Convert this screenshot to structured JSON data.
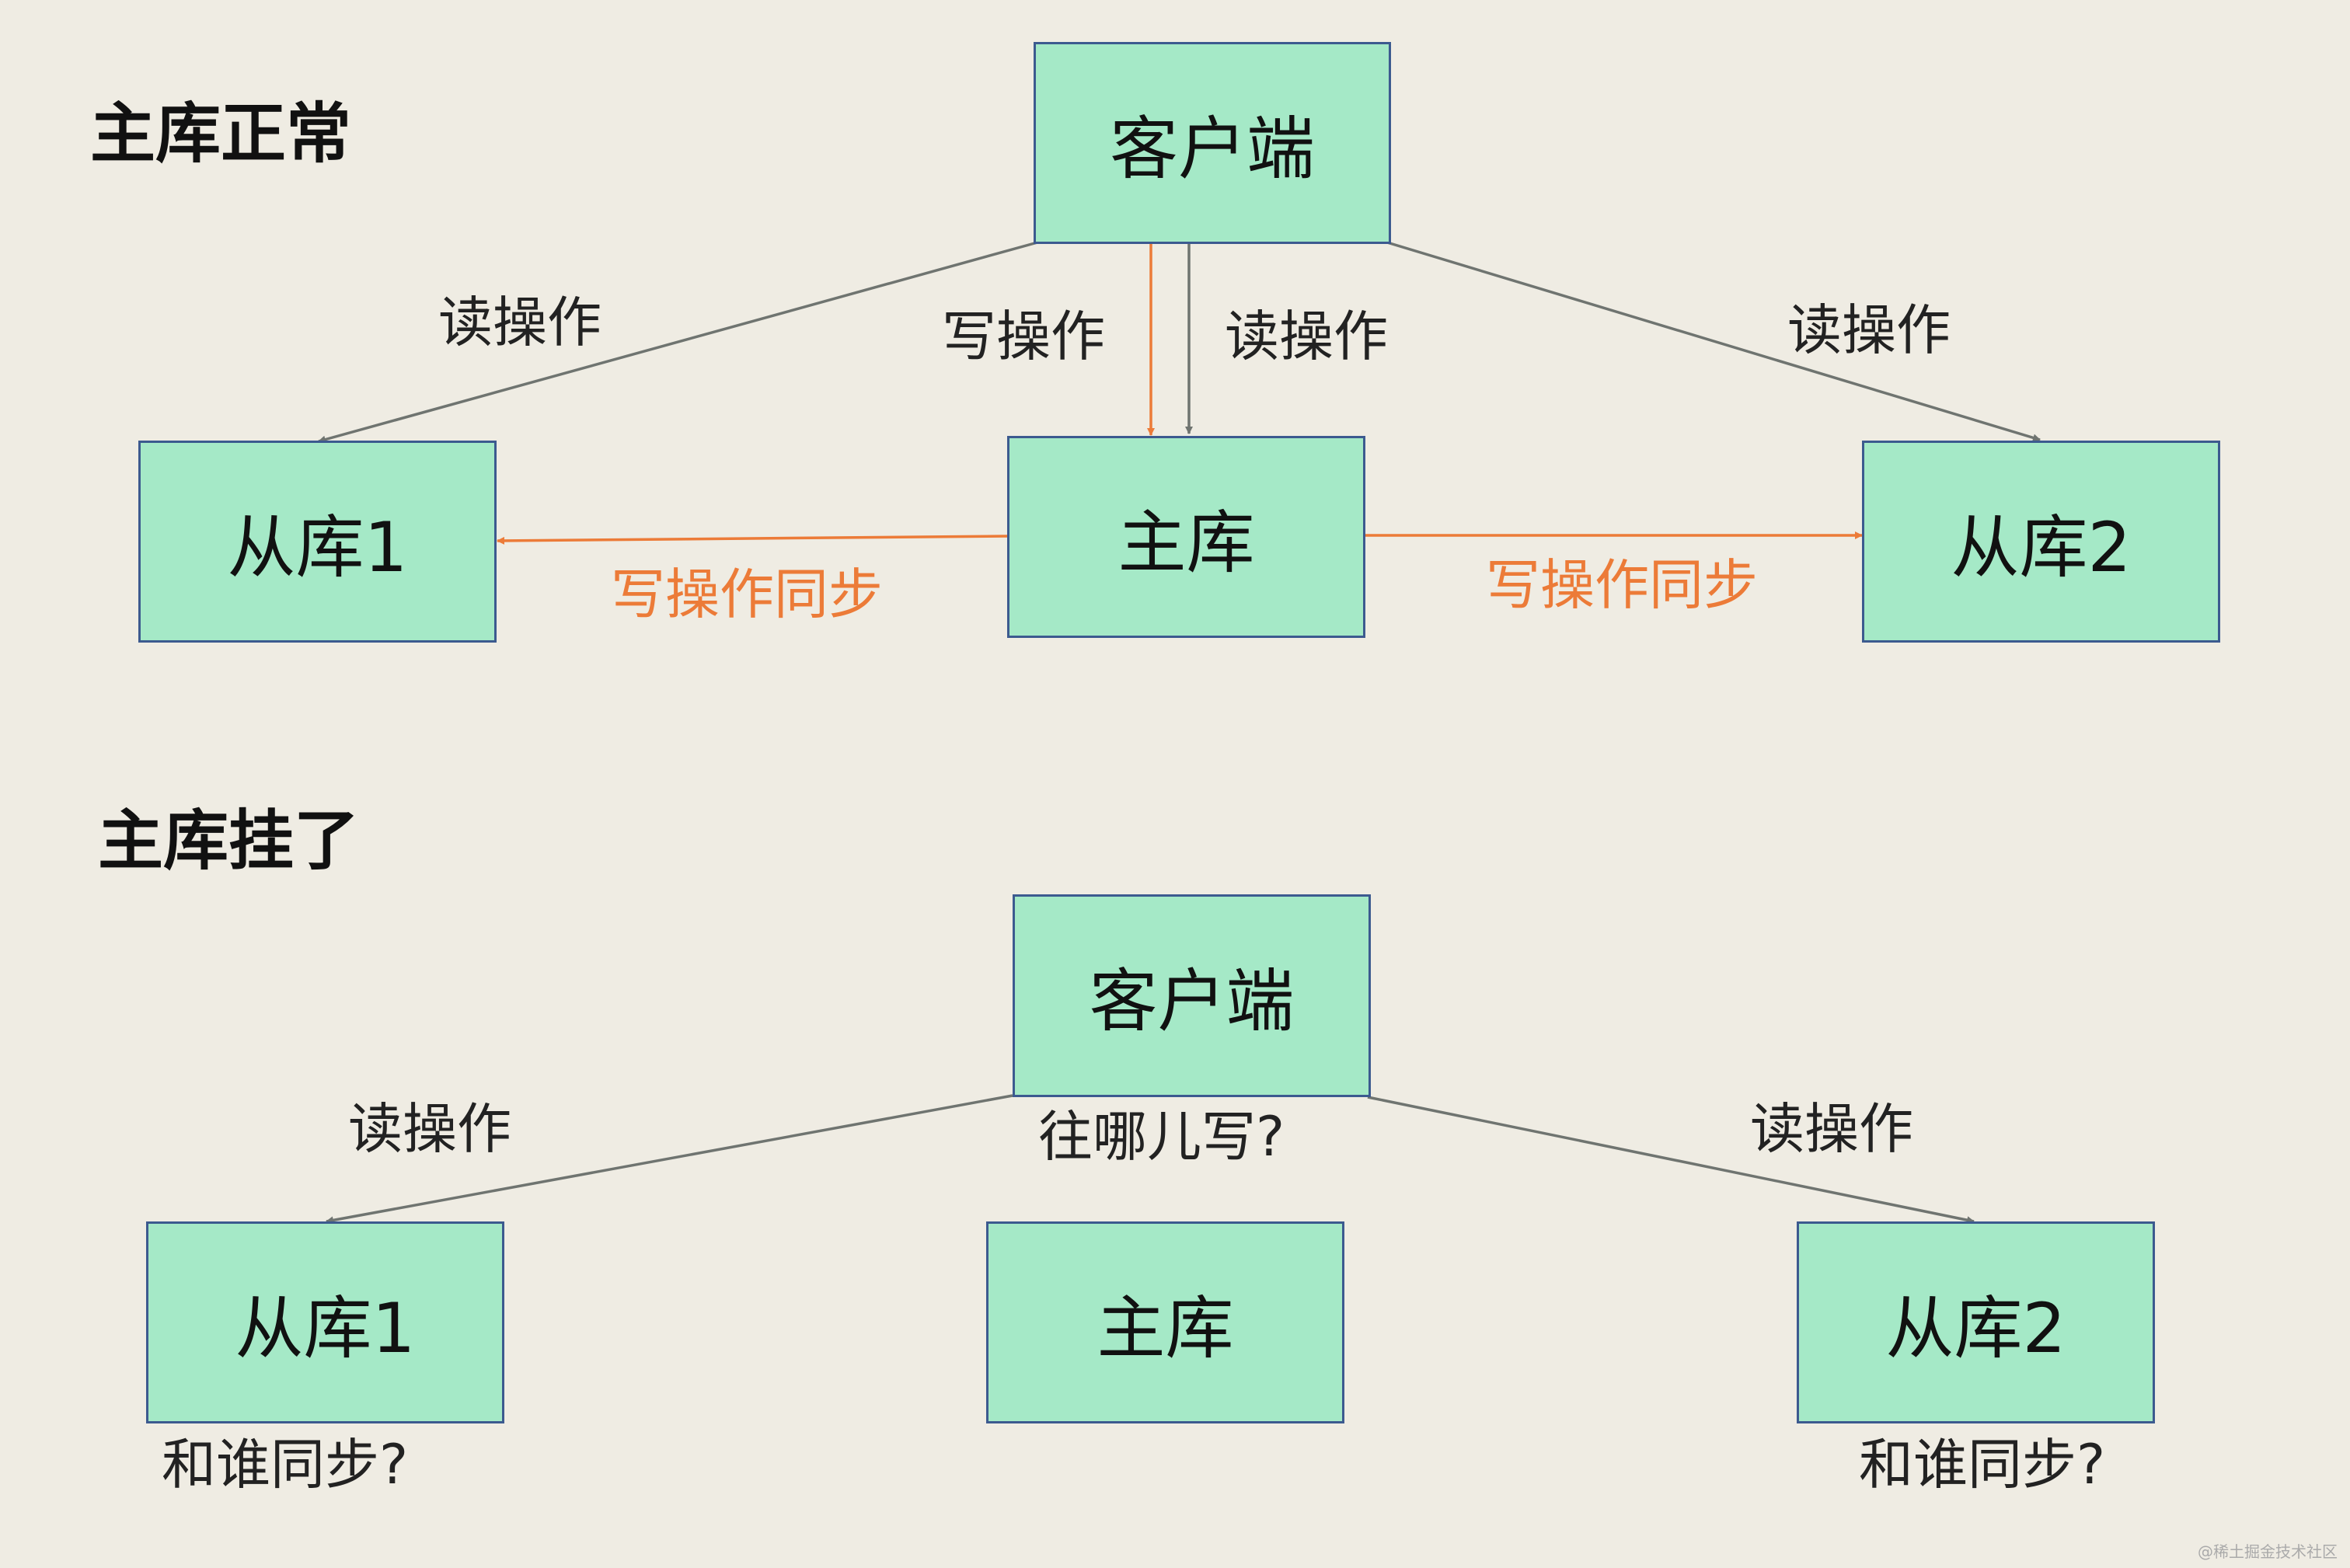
{
  "sections": {
    "normal": {
      "title": "主库正常",
      "nodes": {
        "client": "客户端",
        "slave1": "从库1",
        "master": "主库",
        "slave2": "从库2"
      },
      "edges": {
        "read_left": "读操作",
        "write_center": "写操作",
        "read_center": "读操作",
        "read_right": "读操作",
        "sync_left": "写操作同步",
        "sync_right": "写操作同步"
      }
    },
    "failed": {
      "title": "主库挂了",
      "nodes": {
        "client": "客户端",
        "slave1": "从库1",
        "master": "主库",
        "slave2": "从库2"
      },
      "edges": {
        "read_left": "读操作",
        "read_right": "读操作"
      },
      "notes": {
        "where_write": "往哪儿写?",
        "sync_left": "和谁同步?",
        "sync_right": "和谁同步?"
      }
    }
  },
  "colors": {
    "node_fill": "#a5e9c7",
    "node_border": "#3c5a8f",
    "read_arrow": "#6f7470",
    "write_arrow": "#ec7b38",
    "background": "#efece3"
  },
  "watermark": "@稀土掘金技术社区"
}
